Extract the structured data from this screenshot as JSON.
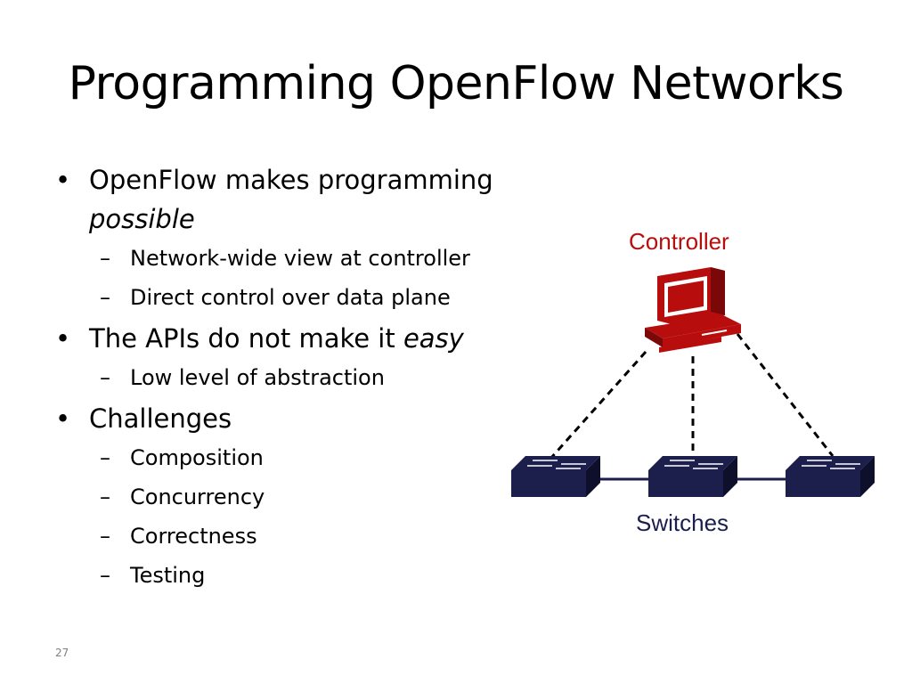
{
  "slide": {
    "title": "Programming OpenFlow Networks",
    "page_number": "27"
  },
  "bullets": [
    {
      "text": "OpenFlow makes programming ",
      "emphasis": "possible",
      "sub": [
        "Network-wide view at controller",
        "Direct control over data plane"
      ]
    },
    {
      "text": "The APIs do not make it ",
      "emphasis": "easy",
      "sub": [
        "Low level of abstraction"
      ]
    },
    {
      "text": "Challenges",
      "emphasis": "",
      "sub": [
        "Composition",
        "Concurrency",
        "Correctness",
        "Testing"
      ]
    }
  ],
  "diagram": {
    "controller_label": "Controller",
    "switches_label": "Switches",
    "icons": [
      "computer-icon",
      "switch-icon",
      "switch-icon",
      "switch-icon"
    ],
    "colors": {
      "controller": "#b70d0d",
      "controller_dark": "#7a0808",
      "switch": "#1c1e4c",
      "switch_dark": "#0e0f2a",
      "dashed_line": "#000000"
    }
  },
  "bullet_glyph": "•",
  "dash_glyph": "–"
}
